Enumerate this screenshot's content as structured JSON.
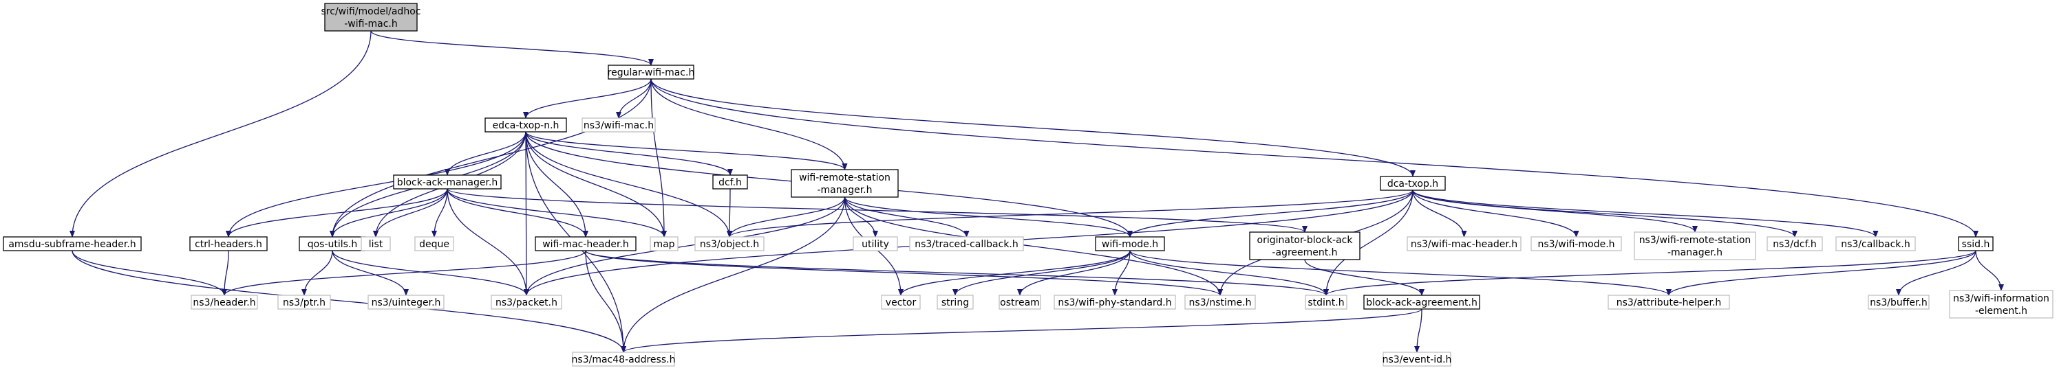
{
  "graph": {
    "nodes": [
      {
        "id": "root",
        "lines": [
          "src/wifi/model/adhoc",
          "-wifi-mac.h"
        ],
        "kind": "root"
      },
      {
        "id": "rwm",
        "lines": [
          "regular-wifi-mac.h"
        ],
        "kind": "local"
      },
      {
        "id": "amsdu",
        "lines": [
          "amsdu-subframe-header.h"
        ],
        "kind": "local"
      },
      {
        "id": "edca",
        "lines": [
          "edca-txop-n.h"
        ],
        "kind": "local"
      },
      {
        "id": "wmh",
        "lines": [
          "ns3/wifi-mac.h"
        ],
        "kind": "system"
      },
      {
        "id": "dca",
        "lines": [
          "dca-txop.h"
        ],
        "kind": "local"
      },
      {
        "id": "ssid",
        "lines": [
          "ssid.h"
        ],
        "kind": "local"
      },
      {
        "id": "bam",
        "lines": [
          "block-ack-manager.h"
        ],
        "kind": "local"
      },
      {
        "id": "dcf",
        "lines": [
          "dcf.h"
        ],
        "kind": "local"
      },
      {
        "id": "wrsm",
        "lines": [
          "wifi-remote-station",
          "-manager.h"
        ],
        "kind": "local"
      },
      {
        "id": "ctrl",
        "lines": [
          "ctrl-headers.h"
        ],
        "kind": "local"
      },
      {
        "id": "qos",
        "lines": [
          "qos-utils.h"
        ],
        "kind": "local"
      },
      {
        "id": "list",
        "lines": [
          "list"
        ],
        "kind": "system"
      },
      {
        "id": "deque",
        "lines": [
          "deque"
        ],
        "kind": "system"
      },
      {
        "id": "map",
        "lines": [
          "map"
        ],
        "kind": "system"
      },
      {
        "id": "wmach",
        "lines": [
          "wifi-mac-header.h"
        ],
        "kind": "local"
      },
      {
        "id": "obj",
        "lines": [
          "ns3/object.h"
        ],
        "kind": "system"
      },
      {
        "id": "util",
        "lines": [
          "utility"
        ],
        "kind": "system"
      },
      {
        "id": "tcb",
        "lines": [
          "ns3/traced-callback.h"
        ],
        "kind": "system"
      },
      {
        "id": "wmode",
        "lines": [
          "wifi-mode.h"
        ],
        "kind": "local"
      },
      {
        "id": "oba",
        "lines": [
          "originator-block-ack",
          "-agreement.h"
        ],
        "kind": "local"
      },
      {
        "id": "nwmh",
        "lines": [
          "ns3/wifi-mac-header.h"
        ],
        "kind": "system"
      },
      {
        "id": "nwmode",
        "lines": [
          "ns3/wifi-mode.h"
        ],
        "kind": "system"
      },
      {
        "id": "nwrsm",
        "lines": [
          "ns3/wifi-remote-station",
          "-manager.h"
        ],
        "kind": "system"
      },
      {
        "id": "ndcf",
        "lines": [
          "ns3/dcf.h"
        ],
        "kind": "system"
      },
      {
        "id": "ncb",
        "lines": [
          "ns3/callback.h"
        ],
        "kind": "system"
      },
      {
        "id": "hdr",
        "lines": [
          "ns3/header.h"
        ],
        "kind": "system"
      },
      {
        "id": "ptr",
        "lines": [
          "ns3/ptr.h"
        ],
        "kind": "system"
      },
      {
        "id": "uint",
        "lines": [
          "ns3/uinteger.h"
        ],
        "kind": "system"
      },
      {
        "id": "pkt",
        "lines": [
          "ns3/packet.h"
        ],
        "kind": "system"
      },
      {
        "id": "vector",
        "lines": [
          "vector"
        ],
        "kind": "system"
      },
      {
        "id": "string",
        "lines": [
          "string"
        ],
        "kind": "system"
      },
      {
        "id": "ostream",
        "lines": [
          "ostream"
        ],
        "kind": "system"
      },
      {
        "id": "wps",
        "lines": [
          "ns3/wifi-phy-standard.h"
        ],
        "kind": "system"
      },
      {
        "id": "nstime",
        "lines": [
          "ns3/nstime.h"
        ],
        "kind": "system"
      },
      {
        "id": "stdint",
        "lines": [
          "stdint.h"
        ],
        "kind": "system"
      },
      {
        "id": "baa",
        "lines": [
          "block-ack-agreement.h"
        ],
        "kind": "local"
      },
      {
        "id": "ahelp",
        "lines": [
          "ns3/attribute-helper.h"
        ],
        "kind": "system"
      },
      {
        "id": "buf",
        "lines": [
          "ns3/buffer.h"
        ],
        "kind": "system"
      },
      {
        "id": "wie",
        "lines": [
          "ns3/wifi-information",
          "-element.h"
        ],
        "kind": "system"
      },
      {
        "id": "mac48",
        "lines": [
          "ns3/mac48-address.h"
        ],
        "kind": "system"
      },
      {
        "id": "evid",
        "lines": [
          "ns3/event-id.h"
        ],
        "kind": "system"
      }
    ],
    "edges": [
      [
        "root",
        "rwm"
      ],
      [
        "root",
        "amsdu"
      ],
      [
        "rwm",
        "edca"
      ],
      [
        "rwm",
        "wmh"
      ],
      [
        "rwm",
        "map"
      ],
      [
        "rwm",
        "qos"
      ],
      [
        "rwm",
        "wrsm"
      ],
      [
        "rwm",
        "dca"
      ],
      [
        "rwm",
        "ssid"
      ],
      [
        "amsdu",
        "hdr"
      ],
      [
        "amsdu",
        "mac48"
      ],
      [
        "edca",
        "bam"
      ],
      [
        "edca",
        "dcf"
      ],
      [
        "edca",
        "wrsm"
      ],
      [
        "edca",
        "ctrl"
      ],
      [
        "edca",
        "qos"
      ],
      [
        "edca",
        "list"
      ],
      [
        "edca",
        "map"
      ],
      [
        "edca",
        "wmach"
      ],
      [
        "edca",
        "obj"
      ],
      [
        "edca",
        "pkt"
      ],
      [
        "edca",
        "mac48"
      ],
      [
        "edca",
        "wmode"
      ],
      [
        "bam",
        "ctrl"
      ],
      [
        "bam",
        "qos"
      ],
      [
        "bam",
        "list"
      ],
      [
        "bam",
        "deque"
      ],
      [
        "bam",
        "map"
      ],
      [
        "bam",
        "wmach"
      ],
      [
        "bam",
        "pkt"
      ],
      [
        "bam",
        "oba"
      ],
      [
        "dcf",
        "obj"
      ],
      [
        "wrsm",
        "obj"
      ],
      [
        "wrsm",
        "util"
      ],
      [
        "wrsm",
        "tcb"
      ],
      [
        "wrsm",
        "wmode"
      ],
      [
        "wrsm",
        "pkt"
      ],
      [
        "wrsm",
        "mac48"
      ],
      [
        "wrsm",
        "nstime"
      ],
      [
        "wrsm",
        "vector"
      ],
      [
        "dca",
        "obj"
      ],
      [
        "dca",
        "wmode"
      ],
      [
        "dca",
        "nwmh"
      ],
      [
        "dca",
        "nwmode"
      ],
      [
        "dca",
        "nwrsm"
      ],
      [
        "dca",
        "ndcf"
      ],
      [
        "dca",
        "ncb"
      ],
      [
        "dca",
        "nstime"
      ],
      [
        "dca",
        "stdint"
      ],
      [
        "dca",
        "pkt"
      ],
      [
        "ctrl",
        "hdr"
      ],
      [
        "qos",
        "ptr"
      ],
      [
        "qos",
        "uint"
      ],
      [
        "qos",
        "pkt"
      ],
      [
        "wmach",
        "hdr"
      ],
      [
        "wmach",
        "mac48"
      ],
      [
        "wmach",
        "nstime"
      ],
      [
        "wmach",
        "stdint"
      ],
      [
        "wmode",
        "vector"
      ],
      [
        "wmode",
        "string"
      ],
      [
        "wmode",
        "ostream"
      ],
      [
        "wmode",
        "wps"
      ],
      [
        "wmode",
        "stdint"
      ],
      [
        "wmode",
        "ahelp"
      ],
      [
        "oba",
        "baa"
      ],
      [
        "baa",
        "mac48"
      ],
      [
        "baa",
        "evid"
      ],
      [
        "ssid",
        "stdint"
      ],
      [
        "ssid",
        "ahelp"
      ],
      [
        "ssid",
        "buf"
      ],
      [
        "ssid",
        "wie"
      ]
    ]
  },
  "colors": {
    "edge": "#191970",
    "root_fill": "#bfbfbf",
    "node_fill": "#ffffff",
    "local_border": "#000000",
    "system_border": "#bfbfbf",
    "text": "#000000"
  }
}
